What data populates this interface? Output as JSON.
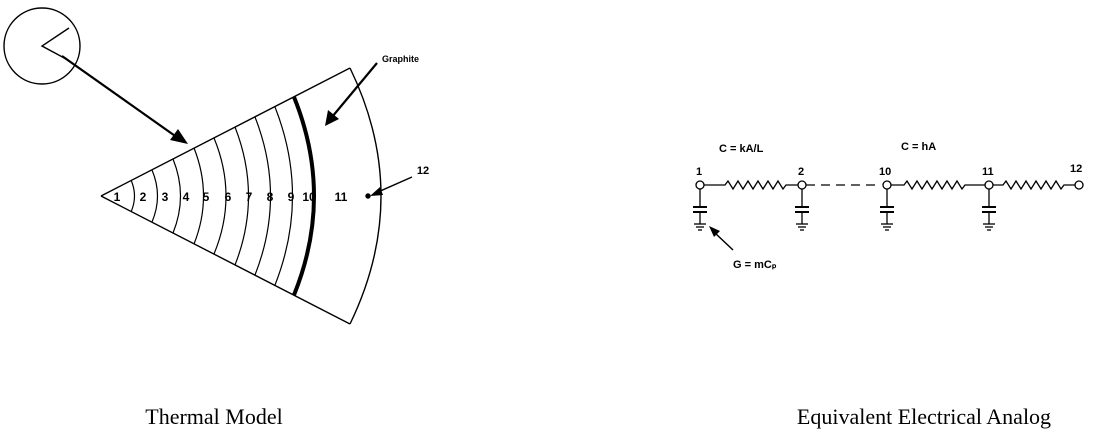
{
  "thermal_model": {
    "material_label": "Graphite",
    "node_labels": [
      "1",
      "2",
      "3",
      "4",
      "5",
      "6",
      "7",
      "8",
      "9",
      "10",
      "11"
    ],
    "outer_node_label": "12",
    "caption": "Thermal Model"
  },
  "electrical_analog": {
    "conductance_label": "C = kA/L",
    "convection_label": "C = hA",
    "capacitance_label": "G = mCₚ",
    "node_labels": [
      "1",
      "2",
      "10",
      "11",
      "12"
    ],
    "caption": "Equivalent Electrical Analog"
  }
}
